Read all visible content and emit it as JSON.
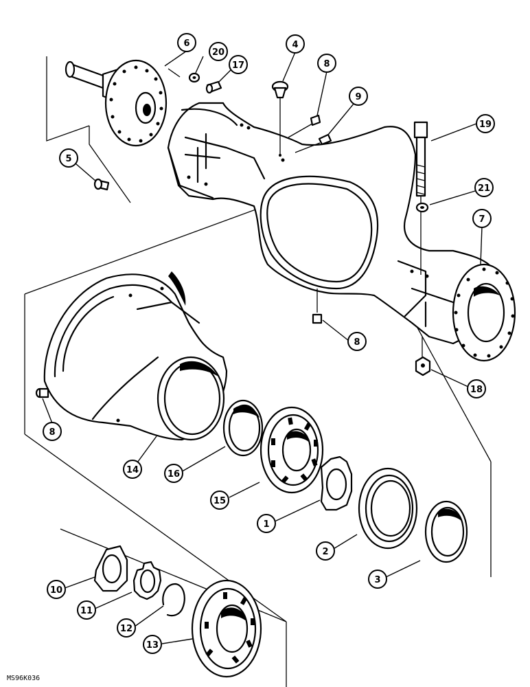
{
  "figure": {
    "code": "MS96K036"
  },
  "callouts": [
    "1",
    "2",
    "3",
    "4",
    "5",
    "6",
    "7",
    "8",
    "8",
    "8",
    "9",
    "10",
    "11",
    "12",
    "13",
    "14",
    "15",
    "16",
    "17",
    "18",
    "19",
    "20",
    "21"
  ]
}
